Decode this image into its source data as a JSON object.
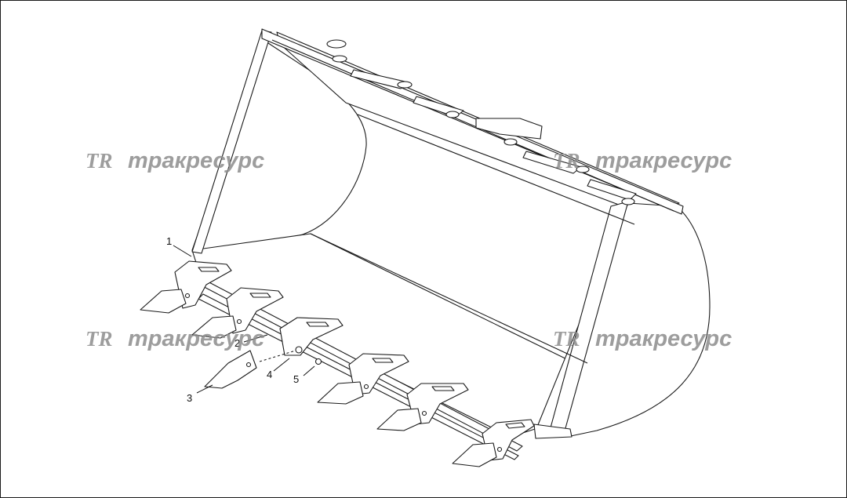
{
  "watermark": {
    "logo": "TR",
    "brand": "тракресурс"
  },
  "callouts": [
    {
      "number": "1"
    },
    {
      "number": "2"
    },
    {
      "number": "3"
    },
    {
      "number": "4"
    },
    {
      "number": "5"
    }
  ],
  "colors": {
    "line": "#1a1a1a",
    "watermark": "#8c8c8c",
    "background": "#ffffff"
  }
}
